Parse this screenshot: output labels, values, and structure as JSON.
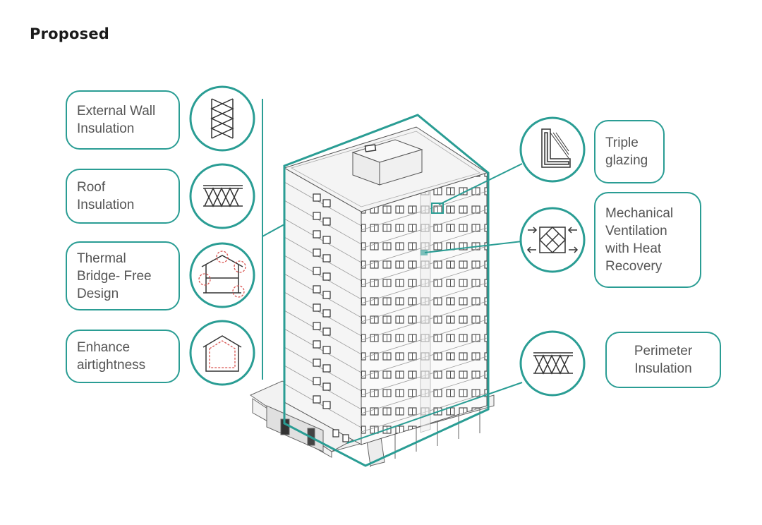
{
  "title": "Proposed",
  "labels": {
    "external_wall": "External Wall\nInsulation",
    "roof": "Roof\nInsulation",
    "thermal_bridge": "Thermal\nBridge- Free\nDesign",
    "airtightness": "Enhance\nairtightness",
    "triple_glazing": "Triple\nglazing",
    "mvhr": "Mechanical\nVentilation\nwith Heat\nRecovery",
    "perimeter": "Perimeter\nInsulation"
  },
  "icons": {
    "external_wall": "wall-insulation-icon",
    "roof": "roof-insulation-icon",
    "thermal_bridge": "thermal-bridge-icon",
    "airtightness": "airtight-house-icon",
    "triple_glazing": "window-frame-icon",
    "mvhr": "heat-exchanger-icon",
    "perimeter": "perimeter-insulation-icon"
  },
  "colors": {
    "accent": "#2a9d94",
    "line": "#555555",
    "red_dash": "#d9534f"
  }
}
